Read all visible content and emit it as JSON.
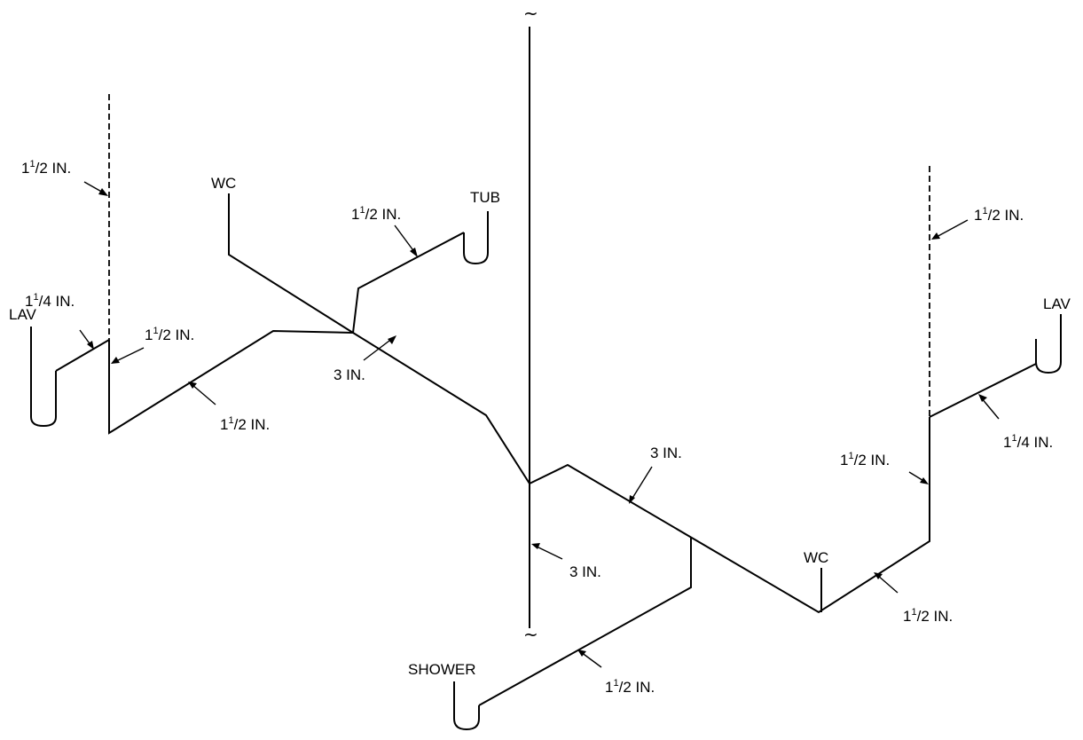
{
  "fixtures": {
    "lav_left": "LAV",
    "wc_top": "WC",
    "tub": "TUB",
    "lav_right": "LAV",
    "wc_bottom": "WC",
    "shower": "SHOWER"
  },
  "pipe_sizes": {
    "vent_left": {
      "whole": "1",
      "num": "1",
      "den": "2 IN."
    },
    "lav_left_drain": {
      "whole": "1",
      "num": "1",
      "den": "4 IN."
    },
    "lav_left_branch": {
      "whole": "1",
      "num": "1",
      "den": "2 IN."
    },
    "left_horizontal": {
      "whole": "1",
      "num": "1",
      "den": "2 IN."
    },
    "tub_drain": {
      "whole": "1",
      "num": "1",
      "den": "2 IN."
    },
    "main_upper": "3 IN.",
    "vent_right": {
      "whole": "1",
      "num": "1",
      "den": "2 IN."
    },
    "lav_right_drain": {
      "whole": "1",
      "num": "1",
      "den": "4 IN."
    },
    "right_riser": {
      "whole": "1",
      "num": "1",
      "den": "2 IN."
    },
    "main_lower": "3 IN.",
    "stack": "3 IN.",
    "wc_bottom_branch": {
      "whole": "1",
      "num": "1",
      "den": "2 IN."
    },
    "shower_drain": {
      "whole": "1",
      "num": "1",
      "den": "2 IN."
    }
  },
  "break_symbols": {
    "stack_top": "~",
    "stack_bottom": "~"
  }
}
